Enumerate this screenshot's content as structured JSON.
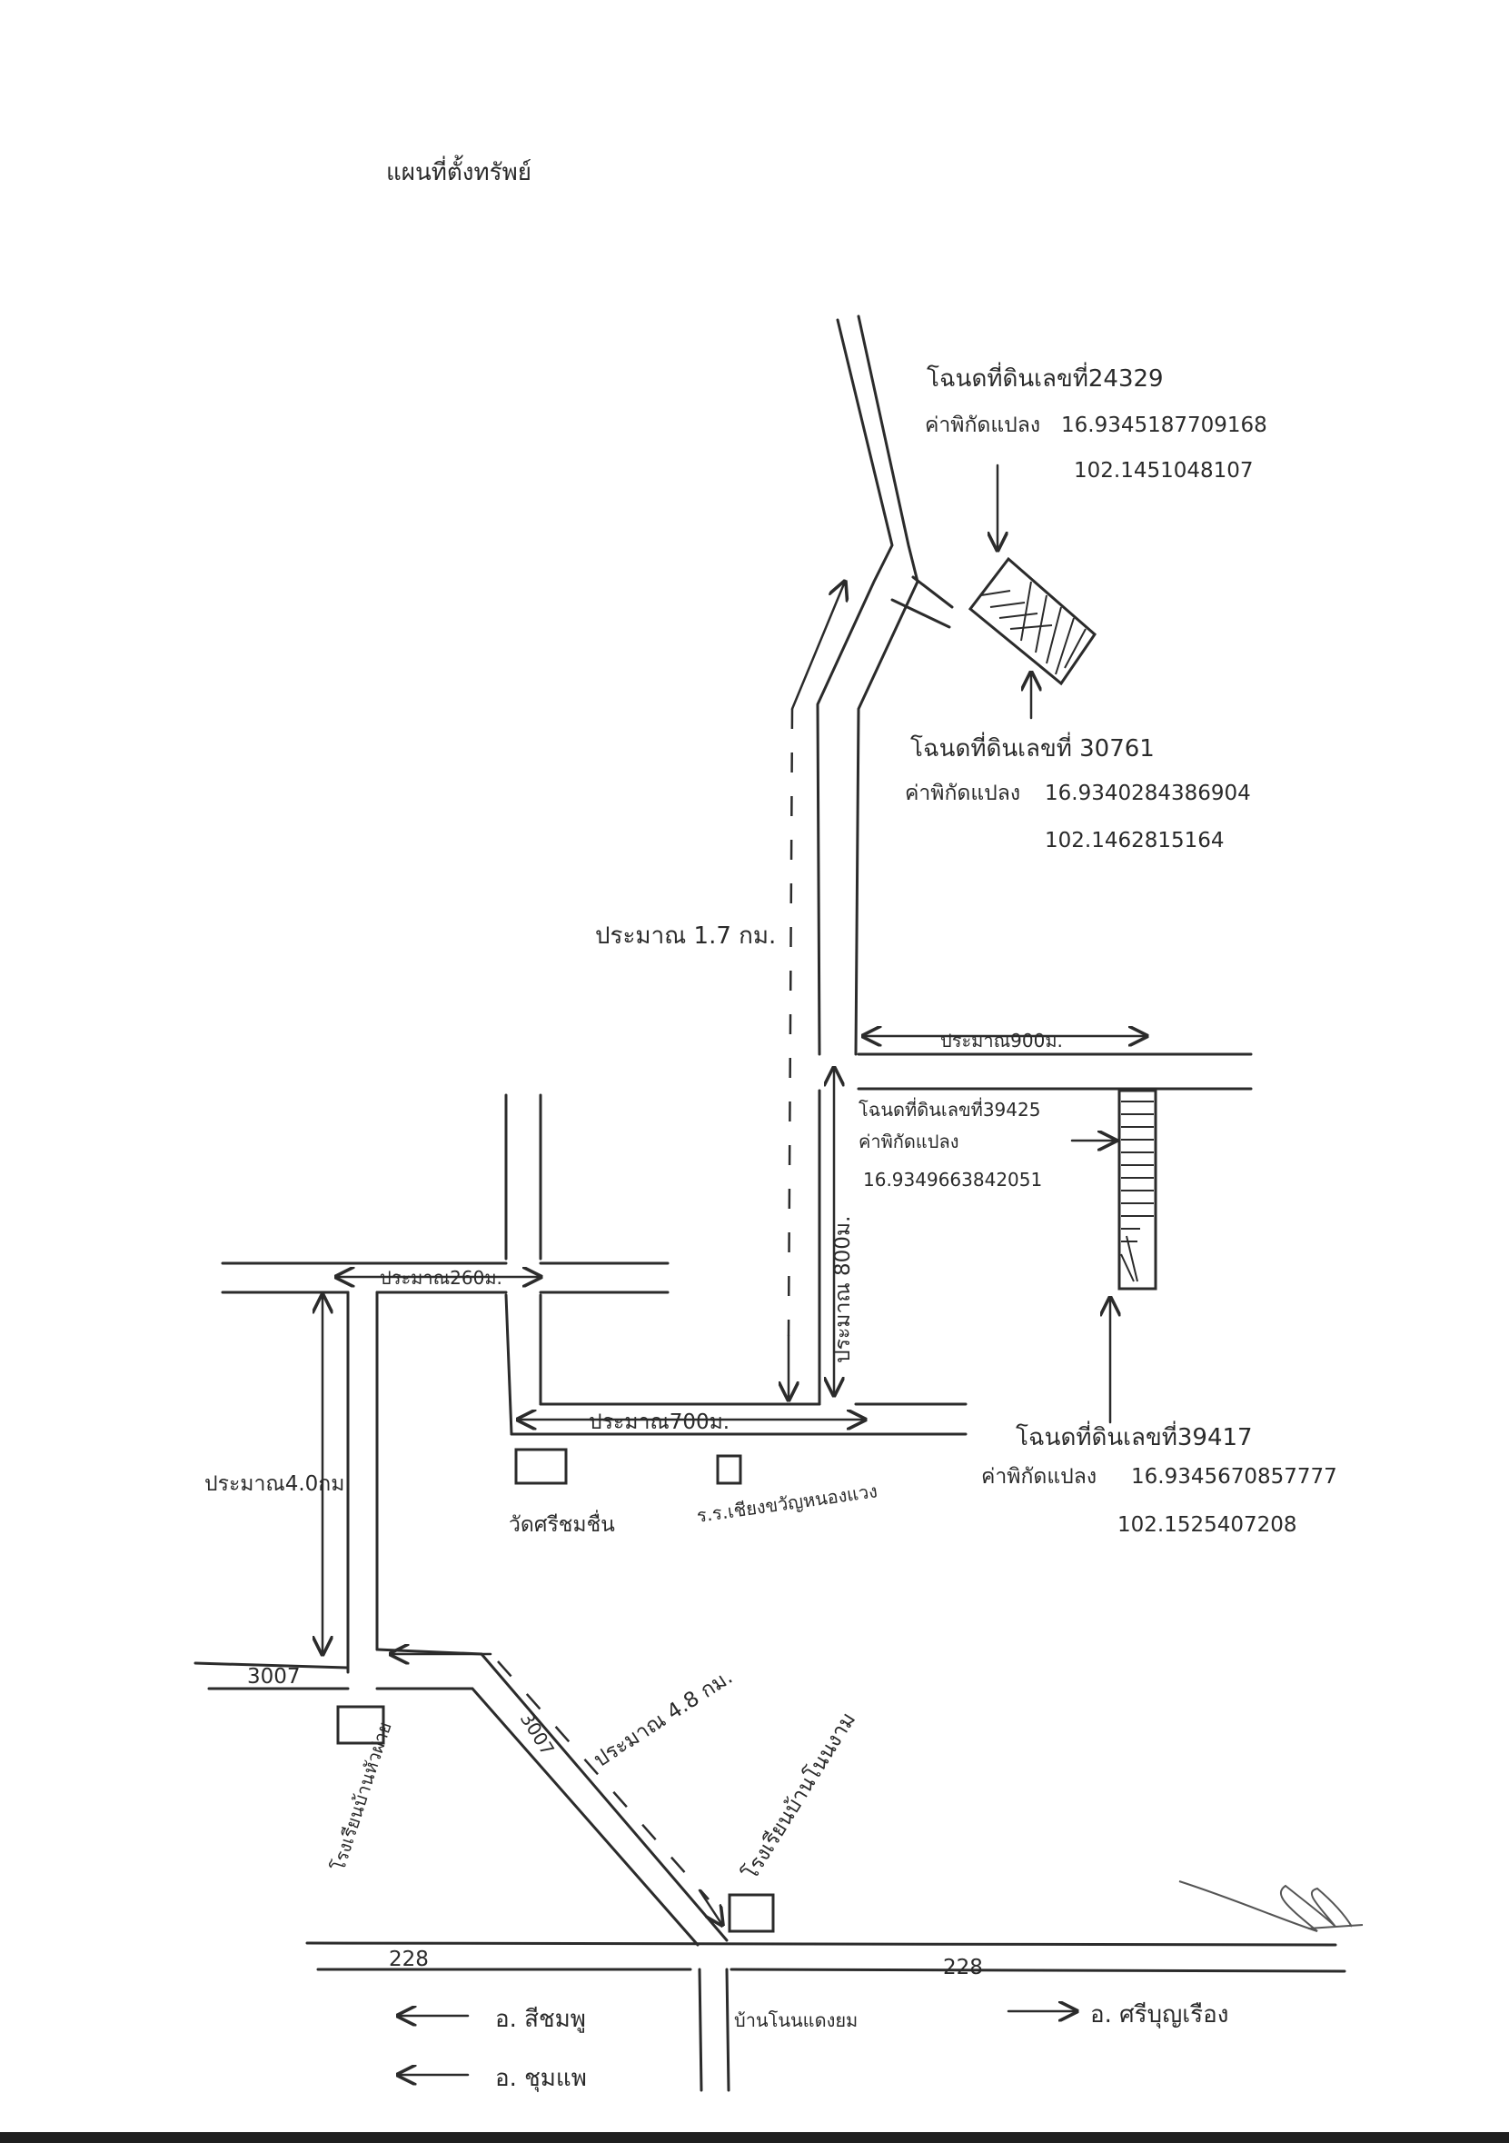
{
  "title": "แผนที่ตั้งทรัพย์",
  "parcels": [
    {
      "label": "โฉนดที่ดินเลขที่24329",
      "coord_label": "ค่าพิกัดแปลง",
      "lat": "16.9345187709168",
      "lon": "102.1451048107"
    },
    {
      "label": "โฉนดที่ดินเลขที่ 30761",
      "coord_label": "ค่าพิกัดแปลง",
      "lat": "16.9340284386904",
      "lon": "102.1462815164"
    },
    {
      "label": "โฉนดที่ดินเลขที่39425",
      "coord_label": "ค่าพิกัดแปลง",
      "lat": "16.9349663842051",
      "lon": ""
    },
    {
      "label": "โฉนดที่ดินเลขที่39417",
      "coord_label": "ค่าพิกัดแปลง",
      "lat": "16.9345670857777",
      "lon": "102.1525407208"
    }
  ],
  "distances": {
    "d_1_7km": "ประมาณ 1.7 กม.",
    "d_900m": "ประมาณ900ม.",
    "d_800m": "ประมาณ 800ม.",
    "d_260m": "ประมาณ260ม.",
    "d_700m": "ประมาณ700ม.",
    "d_4_0km": "ประมาณ4.0กม.",
    "d_4_8km": "ประมาณ 4.8 กม."
  },
  "roads": {
    "r3007": "3007",
    "r228_left": "228",
    "r228_right": "228"
  },
  "landmarks": {
    "wat": "วัดศรีชมชื่น",
    "school_sawang": "ร.ร.เชียงขวัญหนองแวง",
    "school_bua": "โรงเรียนบ้านหัวฝาย",
    "school_kok": "โรงเรียนบ้านโนนงาม",
    "village": "บ้านโนนแดงยม"
  },
  "destinations": {
    "amphoe_1": "อ. สีชมพู",
    "amphoe_2": "อ. ชุมแพ",
    "amphoe_3": "อ. ศรีบุญเรือง"
  }
}
